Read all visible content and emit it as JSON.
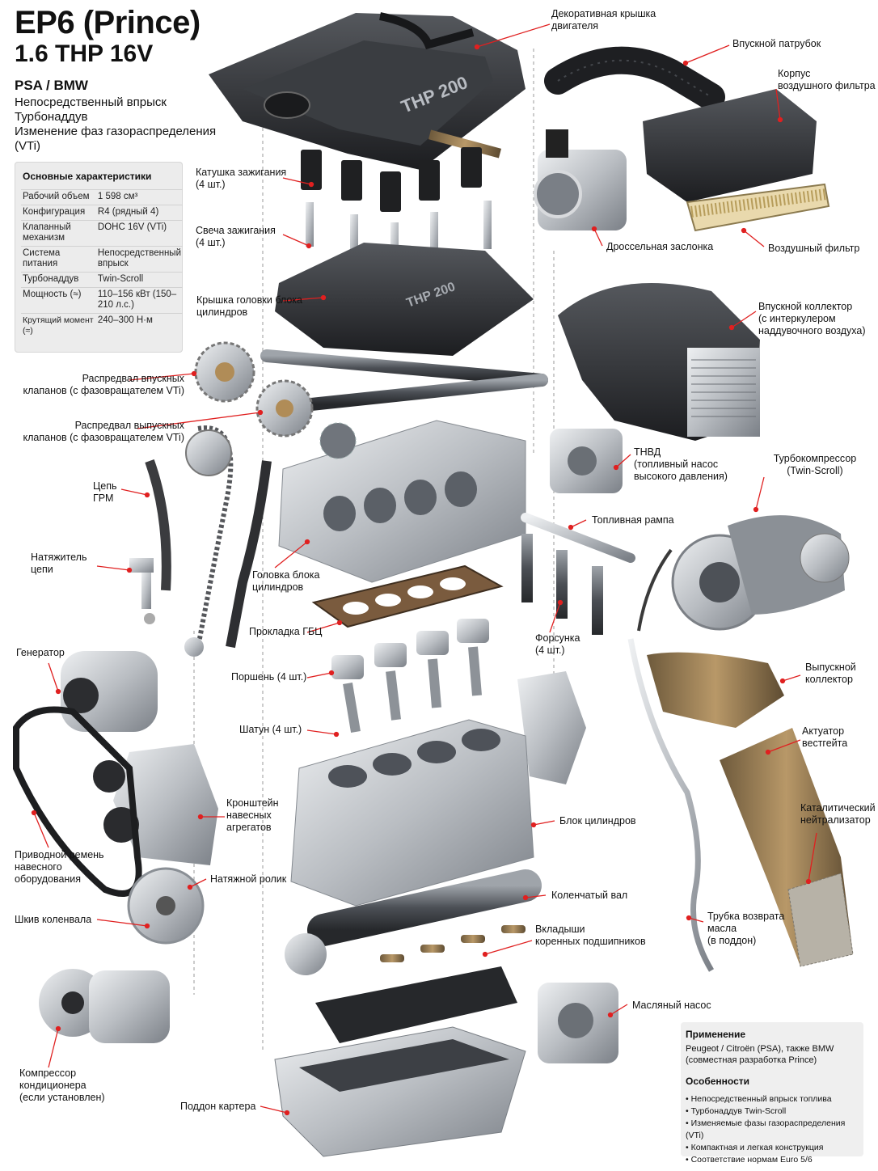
{
  "header": {
    "title": "EP6 (Prince)",
    "subtitle": "1.6 THP 16V",
    "maker": "PSA / BMW",
    "technologies": [
      "Непосредственный впрыск",
      "Турбонаддув",
      "Изменение фаз газораспределения",
      "(VTi)"
    ]
  },
  "specs": {
    "heading": "Основные характеристики",
    "rows": [
      {
        "key": "Рабочий объем",
        "value": "1 598 см³"
      },
      {
        "key": "Конфигурация",
        "value": "R4 (рядный 4)"
      },
      {
        "key": "Клапанный механизм",
        "value": "DOHC 16V (VTi)"
      },
      {
        "key": "Система питания",
        "value": "Непосредственный впрыск"
      },
      {
        "key": "Турбонаддув",
        "value": "Twin-Scroll"
      },
      {
        "key": "Мощность (≈)",
        "value": "110–156 кВт (150–210 л.с.)"
      },
      {
        "key": "Крутящий момент (≈)",
        "value": "240–300 Н·м"
      }
    ]
  },
  "cover_text": "THP 200",
  "labels": {
    "engine_cover": "Декоративная крышка\nдвигателя",
    "intake_pipe": "Впускной патрубок",
    "air_filter_housing": "Корпус\nвоздушного фильтра",
    "ignition_coil": "Катушка зажигания\n(4 шт.)",
    "spark_plug": "Свеча зажигания\n(4 шт.)",
    "throttle": "Дроссельная заслонка",
    "air_filter": "Воздушный фильтр",
    "valve_cover": "Крышка головки блока\nцилиндров",
    "intake_manifold": "Впускной коллектор\n(с интеркулером\nнаддувочного воздуха)",
    "intake_camshaft": "Распредвал впускных\nклапанов (с фазовращателем VTi)",
    "exhaust_camshaft": "Распредвал выпускных\nклапанов (с фазовращателем VTi)",
    "hpfp": "ТНВД\n(топливный насос\nвысокого давления)",
    "turbocharger": "Турбокомпрессор\n(Twin-Scroll)",
    "timing_chain": "Цепь\nГРМ",
    "fuel_rail": "Топливная рампа",
    "chain_tensioner": "Натяжитель\nцепи",
    "cylinder_head": "Головка блока\nцилиндров",
    "head_gasket": "Прокладка ГБЦ",
    "injector": "Форсунка\n(4 шт.)",
    "generator": "Генератор",
    "exhaust_manifold": "Выпускной\nколлектор",
    "piston": "Поршень (4 шт.)",
    "conrod": "Шатун (4 шт.)",
    "wastegate": "Актуатор\nвестгейта",
    "accessory_bracket": "Кронштейн\nнавесных\nагрегатов",
    "catalyst": "Каталитический\nнейтрализатор",
    "cylinder_block": "Блок цилиндров",
    "drive_belt": "Приводной ремень\nнавесного\nоборудования",
    "idler_pulley": "Натяжной ролик",
    "crankshaft": "Коленчатый вал",
    "crank_pulley": "Шкив коленвала",
    "oil_return": "Трубка возврата\nмасла\n(в поддон)",
    "main_bearings": "Вкладыши\nкоренных подшипников",
    "oil_pump": "Масляный насос",
    "ac_compressor": "Компрессор\nкондиционера\n(если установлен)",
    "oil_pan": "Поддон картера"
  },
  "info": {
    "application_heading": "Применение",
    "application_text": "Peugeot / Citroën (PSA), также BMW (совместная разработка Prince)",
    "features_heading": "Особенности",
    "features": [
      "Непосредственный впрыск топлива",
      "Турбонаддув Twin-Scroll",
      "Изменяемые фазы газораспределения (VTi)",
      "Компактная и легкая конструкция",
      "Соответствие нормам Euro 5/6"
    ]
  },
  "colors": {
    "leader": "#e02020",
    "metal_light": "#c9ccd0",
    "metal_dark": "#2b2d30",
    "bronze": "#a5824a"
  }
}
